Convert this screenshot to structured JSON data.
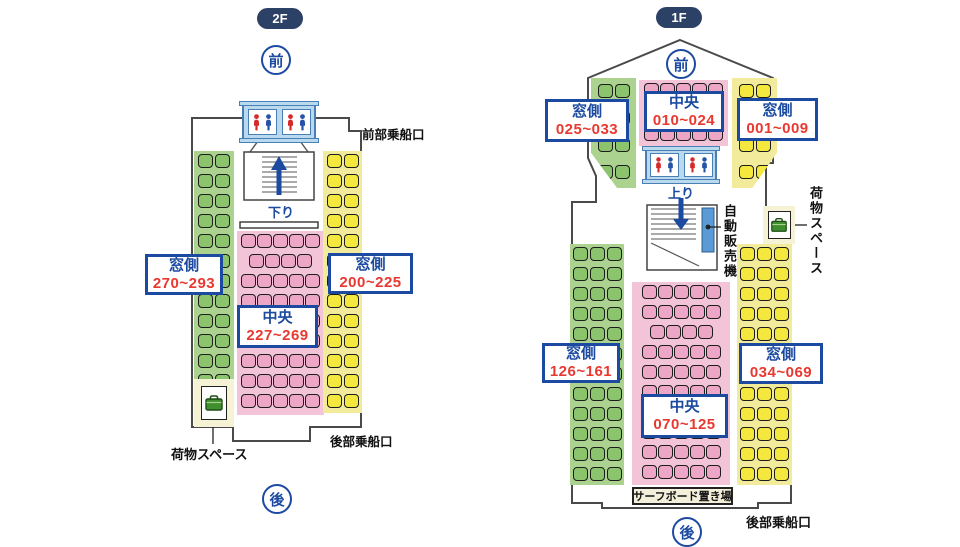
{
  "colors": {
    "navy": "#2c4166",
    "blue": "#1b4aa0",
    "red": "#e8382f",
    "green_bg": "#abd38f",
    "green_seat": "#8cc46e",
    "yellow_bg": "#f1eb9b",
    "yellow_seat": "#f4e83e",
    "pink_bg": "#f3c3d8",
    "pink_seat": "#eda6c6",
    "cream": "#f6f2d5",
    "toilet_frame": "#b9d9ee",
    "toilet_border": "#4a7fb5",
    "hull": "#4a4a4a",
    "vending": "#5b9bd5"
  },
  "decks": {
    "f2": {
      "badge": "2F",
      "front": "前",
      "rear": "後",
      "front_gate": "前部乗船口",
      "rear_gate": "後部乗船口",
      "stair_dir": "下り",
      "luggage": "荷物スペース",
      "sections": {
        "window_left": {
          "name": "窓側",
          "range": "270~293"
        },
        "center": {
          "name": "中央",
          "range": "227~269"
        },
        "window_right": {
          "name": "窓側",
          "range": "200~225"
        }
      }
    },
    "f1": {
      "badge": "1F",
      "front": "前",
      "rear": "後",
      "rear_gate": "後部乗船口",
      "stair_dir": "上り",
      "vending": "自動販売機",
      "luggage": "荷物スペース",
      "surfboard": "サーフボード置き場",
      "sections": {
        "front_window_left": {
          "name": "窓側",
          "range": "025~033"
        },
        "front_center": {
          "name": "中央",
          "range": "010~024"
        },
        "front_window_right": {
          "name": "窓側",
          "range": "001~009"
        },
        "rear_window_left": {
          "name": "窓側",
          "range": "126~161"
        },
        "rear_center": {
          "name": "中央",
          "range": "070~125"
        },
        "rear_window_right": {
          "name": "窓側",
          "range": "034~069"
        }
      }
    }
  },
  "seat_layout": {
    "f2_window_left": {
      "rows": 12,
      "per_row": 2
    },
    "f2_center": {
      "pattern": [
        5,
        4,
        5,
        5,
        5,
        5,
        5,
        5,
        5
      ]
    },
    "f2_window_right": {
      "rows": 13,
      "per_row": 2
    },
    "f1_front_window_left": {
      "rows": 4,
      "per_row": 2
    },
    "f1_front_center": {
      "pattern": [
        5,
        5,
        5
      ]
    },
    "f1_front_window_right": {
      "rows": 4,
      "per_row": 2
    },
    "f1_rear_window_left": {
      "rows": 12,
      "per_row": 3
    },
    "f1_rear_center": {
      "pattern": [
        5,
        5,
        4,
        5,
        5,
        5,
        5,
        5,
        5,
        5
      ]
    },
    "f1_rear_window_right": {
      "rows": 12,
      "per_row": 3
    }
  }
}
